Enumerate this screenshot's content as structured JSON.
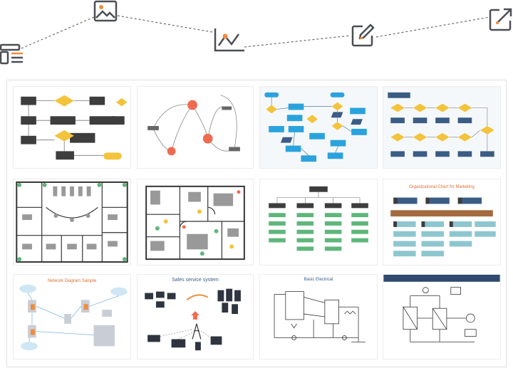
{
  "toolbar": {
    "icons": [
      {
        "name": "template-list-icon"
      },
      {
        "name": "image-icon"
      },
      {
        "name": "line-chart-icon"
      },
      {
        "name": "edit-icon"
      },
      {
        "name": "external-edit-icon"
      }
    ],
    "colors": {
      "icon": "#4b4f55",
      "accent": "#ef8c3b",
      "line": "#6b6b6b"
    }
  },
  "templates": [
    {
      "id": "flowchart"
    },
    {
      "id": "concept-map"
    },
    {
      "id": "cross-functional-flowchart"
    },
    {
      "id": "decision-flowchart"
    },
    {
      "id": "office-floor-plan"
    },
    {
      "id": "home-floor-plan"
    },
    {
      "id": "org-chart-tree"
    },
    {
      "id": "org-chart-marketing",
      "title": "Organizational Chart for Marketing"
    },
    {
      "id": "network-diagram",
      "title": "Network Diagram Sample"
    },
    {
      "id": "sales-service-system",
      "title": "Sales service system"
    },
    {
      "id": "basic-electrical",
      "title": "Basic Electrical"
    },
    {
      "id": "process-flow",
      "title": "Add Your Title Here"
    }
  ],
  "colors": {
    "dark_box": "#3d3d3d",
    "yellow": "#f3c33b",
    "blue": "#2aa3dd",
    "orange": "#ef6b4f",
    "green": "#5fb67b",
    "brown": "#a46b41",
    "teal": "#8ec6cf",
    "navy": "#3b5c84"
  }
}
